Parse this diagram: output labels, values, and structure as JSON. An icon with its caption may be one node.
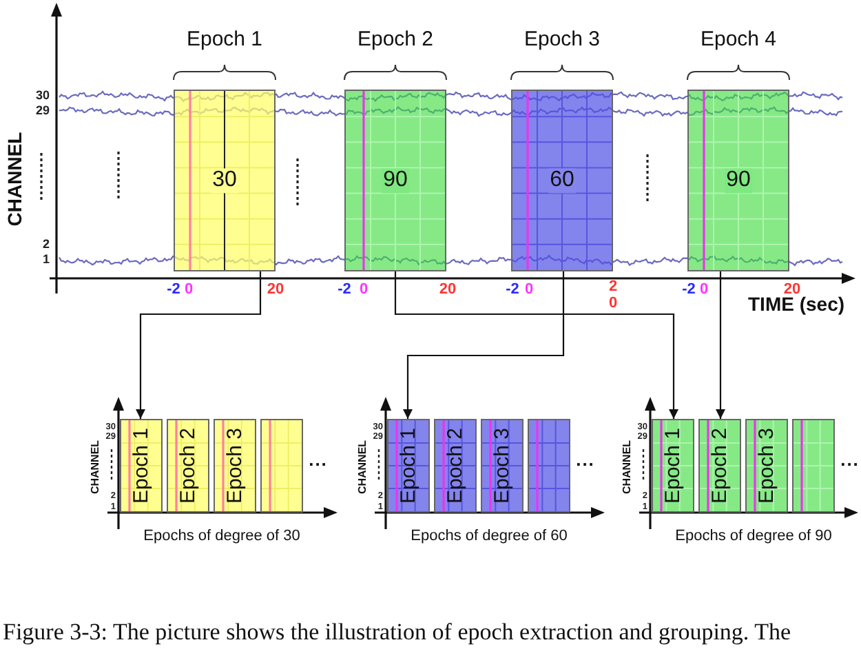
{
  "diagram": {
    "caption": "Figure 3-3: The picture shows the illustration of epoch extraction and grouping. The",
    "nodes": [
      {
        "text": [
          "Epoch 1",
          "30"
        ],
        "beside": [
          "-2",
          "0",
          "20"
        ]
      },
      {
        "text": [
          "Epoch 2",
          "90"
        ],
        "beside": [
          "-2",
          "0",
          "20"
        ]
      },
      {
        "text": [
          "Epoch 3",
          "60"
        ],
        "beside": [
          "-2",
          "0",
          "20"
        ]
      },
      {
        "text": [
          "Epoch 4",
          "90"
        ],
        "beside": [
          "-2",
          "0",
          "20"
        ]
      },
      {
        "text": [
          "Epoch 1"
        ]
      },
      {
        "text": [
          "Epoch 2"
        ]
      },
      {
        "text": [
          "Epoch 3"
        ]
      },
      {
        "text": [],
        "shape": "box"
      },
      {
        "text": [
          "Epoch 1"
        ]
      },
      {
        "text": [
          "Epoch 2"
        ]
      },
      {
        "text": [
          "Epoch 3"
        ]
      },
      {
        "text": [],
        "shape": "box"
      },
      {
        "text": [
          "Epoch 1"
        ]
      },
      {
        "text": [
          "Epoch 2"
        ]
      },
      {
        "text": [
          "Epoch 3"
        ]
      },
      {
        "text": [],
        "shape": "box"
      }
    ],
    "edges": [
      {
        "from": 0,
        "to": 4,
        "arrow": "to"
      },
      {
        "from": 1,
        "to": 12,
        "arrow": "to"
      },
      {
        "from": 2,
        "to": 8,
        "arrow": "to"
      },
      {
        "from": 3,
        "to": 13,
        "arrow": "to"
      }
    ],
    "labels": [
      "CHANNEL",
      "30",
      "29",
      "2",
      "1",
      "TIME (sec)",
      "CHANNEL",
      "30",
      "29",
      "2",
      "1",
      "...",
      "Epochs of degree of 30",
      "CHANNEL",
      "30",
      "29",
      "2",
      "1",
      "...",
      "Epochs of degree of 60",
      "CHANNEL",
      "30",
      "29",
      "2",
      "1",
      "...",
      "Epochs of degree of 90"
    ]
  }
}
